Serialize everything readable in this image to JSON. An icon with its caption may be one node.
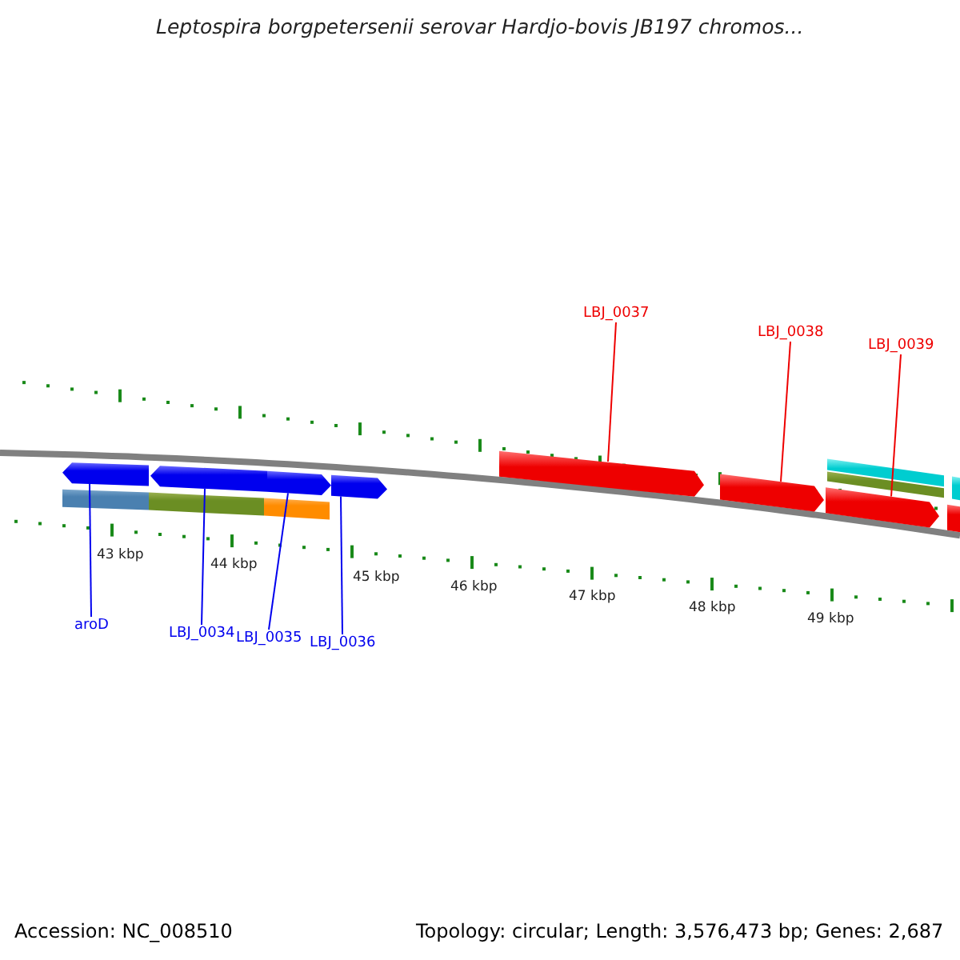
{
  "diagram": {
    "title": "Leptospira borgpetersenii serovar Hardjo-bovis JB197 chromos...",
    "nodes": [
      {
        "text": [
          "aroD"
        ]
      },
      {
        "text": [
          "LBJ_0034"
        ]
      },
      {
        "text": [
          "LBJ_0035"
        ]
      },
      {
        "text": [
          "LBJ_0036"
        ]
      },
      {
        "text": [
          "LBJ_0037"
        ]
      },
      {
        "text": [
          "LBJ_0038"
        ]
      },
      {
        "text": [
          "LBJ_0039"
        ]
      },
      {
        "text": [],
        "shape": "arrow"
      },
      {
        "text": [],
        "shape": "arrow"
      },
      {
        "text": [],
        "shape": "arrow"
      },
      {
        "text": [],
        "shape": "arrow"
      },
      {
        "text": [],
        "shape": "arrow"
      },
      {
        "text": [],
        "shape": "arrow"
      },
      {
        "text": [],
        "shape": "arrow"
      }
    ],
    "edges": [
      {
        "from": 0,
        "to": 7,
        "arrow": "none"
      },
      {
        "from": 1,
        "to": 8,
        "arrow": "none"
      },
      {
        "from": 2,
        "to": 9,
        "arrow": "none"
      },
      {
        "from": 3,
        "to": 10,
        "arrow": "none"
      },
      {
        "from": 4,
        "to": 11,
        "arrow": "none",
        "color": "#ee0000"
      },
      {
        "from": 5,
        "to": 12,
        "arrow": "none",
        "color": "#ee0000"
      },
      {
        "from": 6,
        "to": 13,
        "arrow": "none",
        "color": "#ee0000"
      }
    ],
    "labels": [
      "43 kbp",
      "44 kbp",
      "45 kbp",
      "46 kbp",
      "47 kbp",
      "48 kbp",
      "49 kbp",
      "Accession: NC_008510",
      "Topology: circular; Length: 3,576,473 bp; Genes: 2,687"
    ]
  }
}
